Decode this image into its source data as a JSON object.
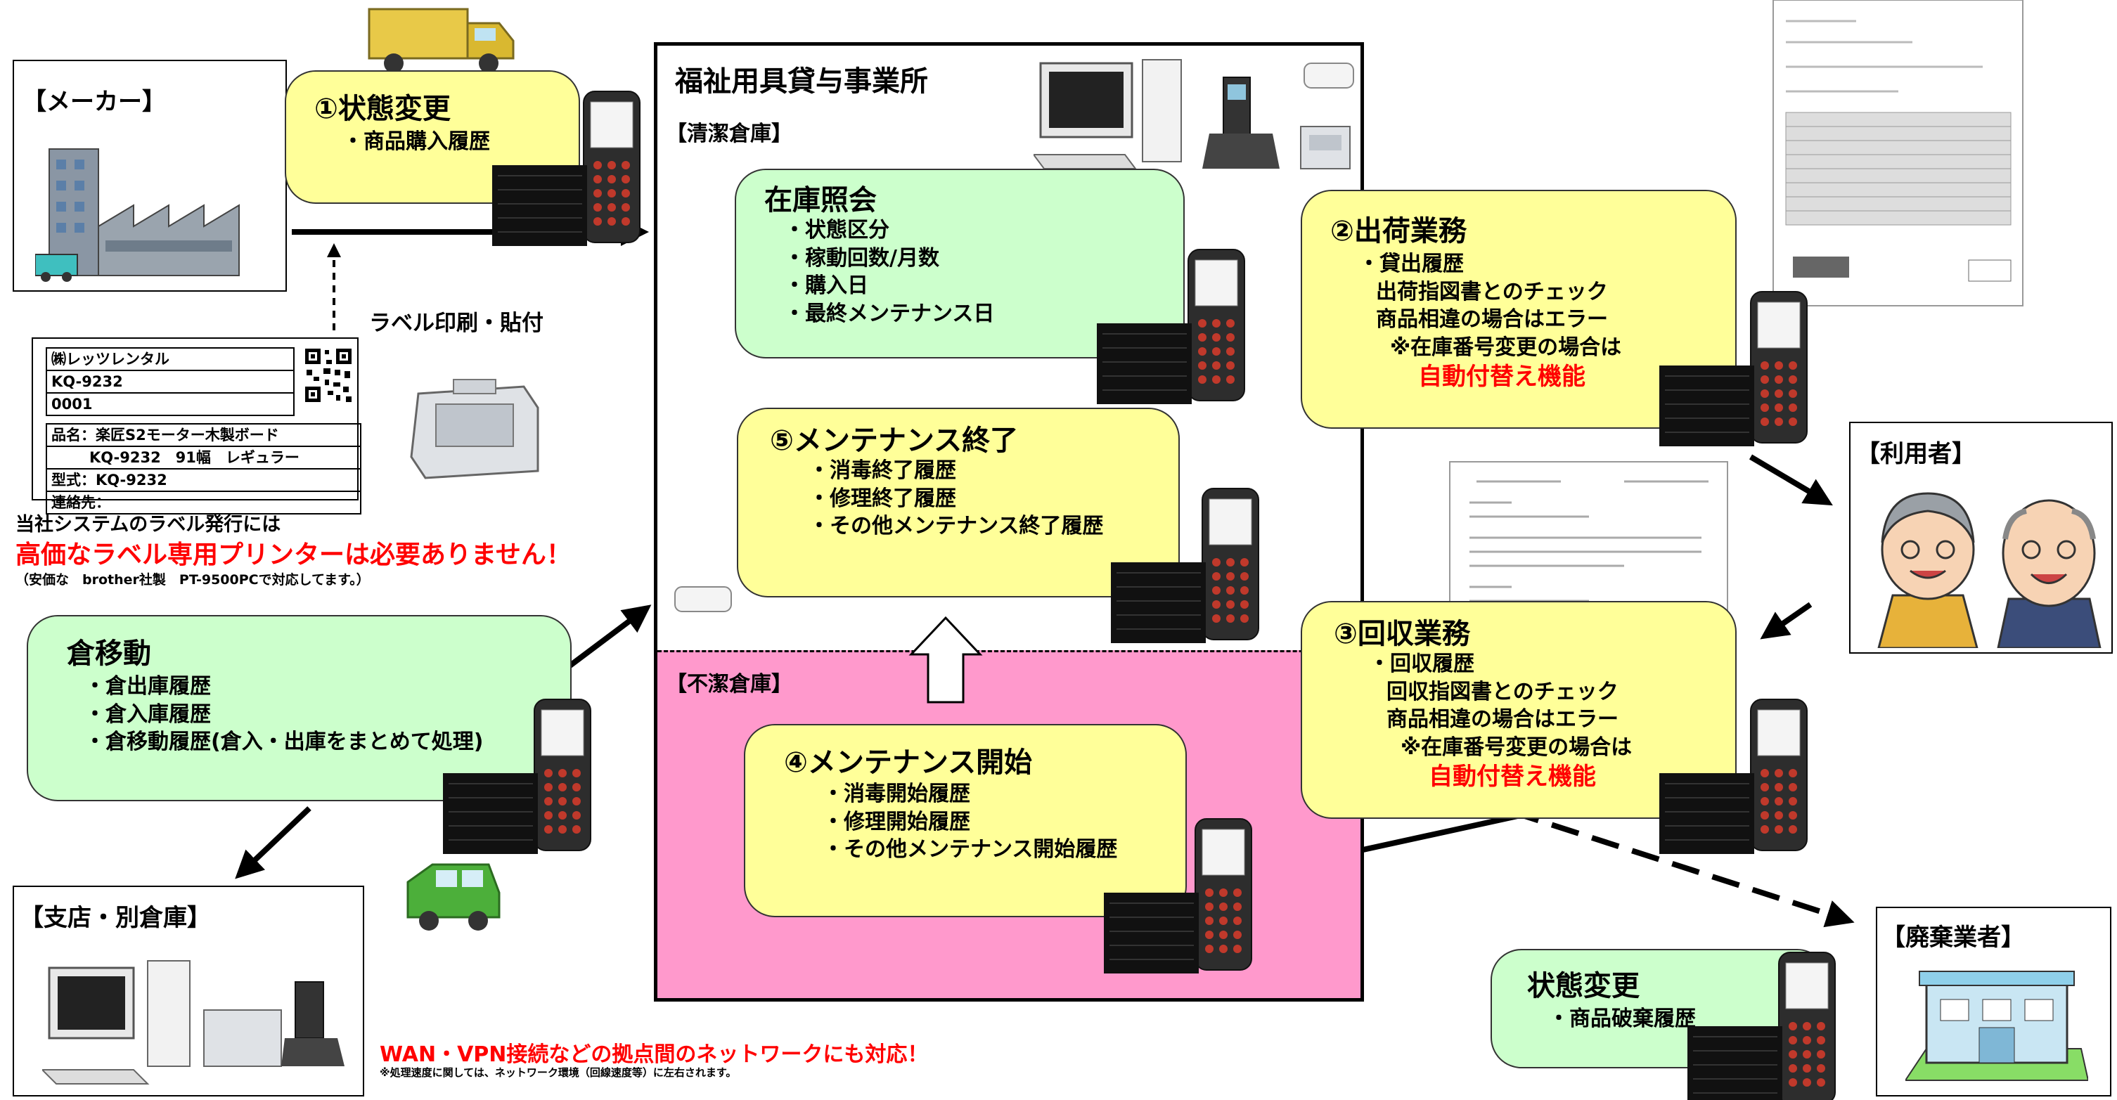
{
  "maker": {
    "label": "【メーカー】"
  },
  "state_change_1": {
    "title": "①状態変更",
    "items": [
      "・商品購入履歴"
    ]
  },
  "facility": {
    "title": "福祉用具貸与事業所",
    "clean_label": "【清潔倉庫】",
    "dirty_label": "【不潔倉庫】"
  },
  "inventory": {
    "title": "在庫照会",
    "items": [
      "・状態区分",
      "・稼動回数/月数",
      "・購入日",
      "・最終メンテナンス日"
    ]
  },
  "maintenance_end": {
    "title": "⑤メンテナンス終了",
    "items": [
      "・消毒終了履歴",
      "・修理終了履歴",
      "・その他メンテナンス終了履歴"
    ]
  },
  "maintenance_start": {
    "title": "④メンテナンス開始",
    "items": [
      "・消毒開始履歴",
      "・修理開始履歴",
      "・その他メンテナンス開始履歴"
    ]
  },
  "shipping": {
    "title": "②出荷業務",
    "items": [
      "・貸出履歴",
      "出荷指図書とのチェック",
      "商品相違の場合はエラー",
      "※在庫番号変更の場合は"
    ],
    "highlight": "自動付替え機能"
  },
  "collection": {
    "title": "③回収業務",
    "items": [
      "・回収履歴",
      "回収指図書とのチェック",
      "商品相違の場合はエラー",
      "※在庫番号変更の場合は"
    ],
    "highlight": "自動付替え機能"
  },
  "warehouse_move": {
    "title": "倉移動",
    "items": [
      "・倉出庫履歴",
      "・倉入庫履歴",
      "・倉移動履歴(倉入・出庫をまとめて処理)"
    ]
  },
  "label_print": {
    "caption": "ラベル印刷・貼付",
    "sheet_rows_top": [
      "㈱レッツレンタル",
      "KQ-9232",
      "0001"
    ],
    "sheet_rows_bottom": [
      "品名：楽匠S2モーター木製ボード",
      "KQ-9232　91幅　レギュラー",
      "型式：KQ-9232",
      "連絡先："
    ]
  },
  "notes": {
    "line1": "当社システムのラベル発行には",
    "line2": "高価なラベル専用プリンターは必要ありません！",
    "line3": "（安価な　brother社製　PT-9500PCで対応してます。）",
    "wan": "WAN・VPN接続などの拠点間のネットワークにも対応！",
    "wan_sub": "※処理速度に関しては、ネットワーク環境（回線速度等）に左右されます。"
  },
  "branch": {
    "label": "【支店・別倉庫】"
  },
  "user": {
    "label": "【利用者】"
  },
  "disposal": {
    "label": "【廃棄業者】"
  },
  "state_change_disposal": {
    "title": "状態変更",
    "items": [
      "・商品破棄履歴"
    ]
  },
  "colors": {
    "yellow": "#ffff99",
    "green": "#ccffcc",
    "pink": "#ff99cc",
    "red": "#ff0000"
  }
}
